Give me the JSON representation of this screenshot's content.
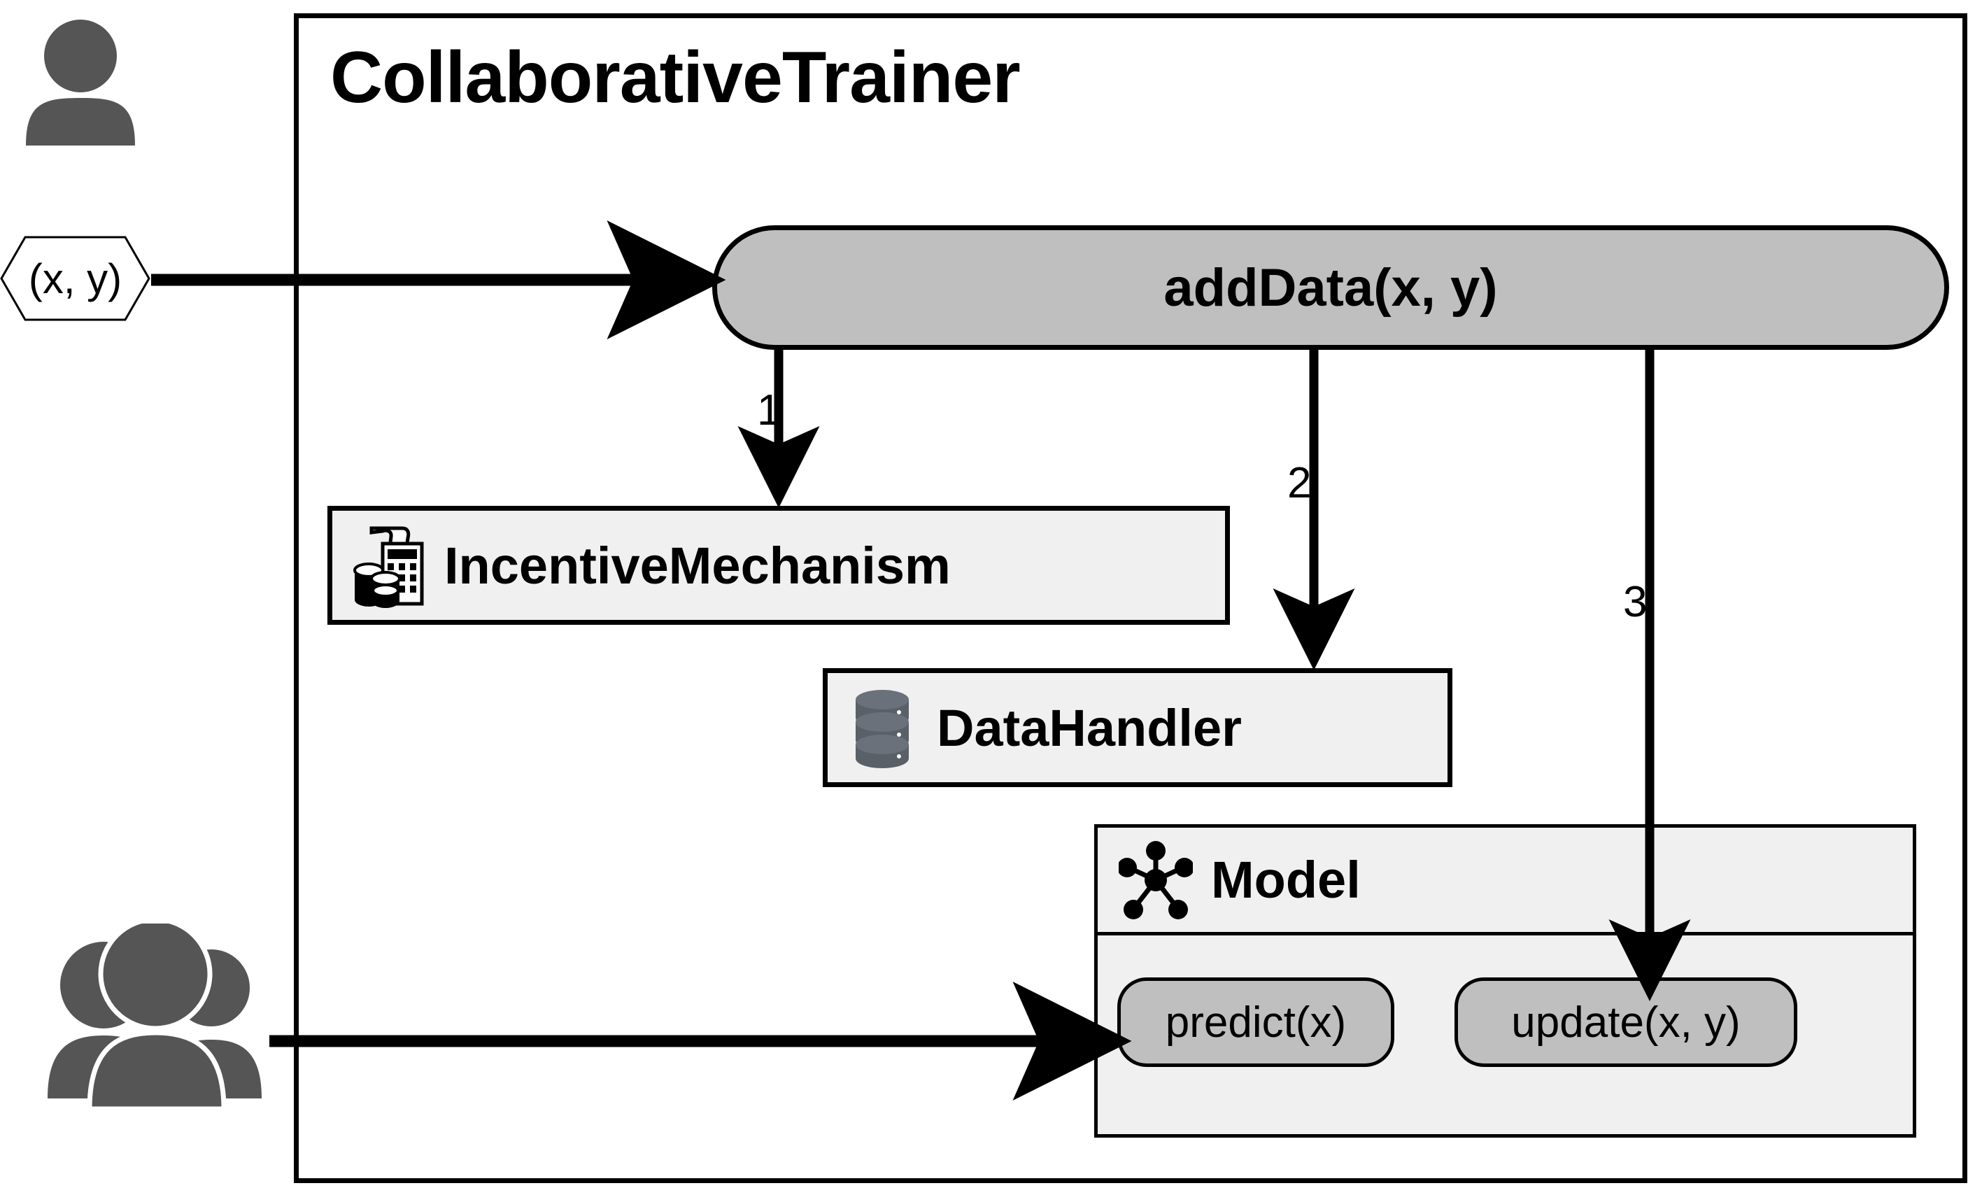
{
  "diagram": {
    "title": "CollaborativeTrainer",
    "container_name": "CollaborativeTrainer",
    "accent_gray": "#bfbfbf",
    "box_gray": "#f0f0f0",
    "icon_gray": "#555555",
    "line_color": "#000000"
  },
  "actors": [
    {
      "name": "single-user",
      "icon": "person-icon"
    },
    {
      "name": "user-group",
      "icon": "people-group-icon"
    }
  ],
  "input_token": {
    "label": "(x, y)"
  },
  "entry_method": {
    "label": "addData(x, y)"
  },
  "components": [
    {
      "label": "IncentiveMechanism",
      "icon": "calculator-receipt-coins-icon"
    },
    {
      "label": "DataHandler",
      "icon": "database-icon"
    },
    {
      "label": "Model",
      "icon": "network-graph-icon"
    }
  ],
  "model": {
    "title": "Model",
    "methods": [
      {
        "label": "predict(x)"
      },
      {
        "label": "update(x, y)"
      }
    ]
  },
  "edges": [
    {
      "number": "1",
      "from": "addData(x, y)",
      "to": "IncentiveMechanism"
    },
    {
      "number": "2",
      "from": "addData(x, y)",
      "to": "DataHandler"
    },
    {
      "number": "3",
      "from": "addData(x, y)",
      "to": "update(x, y)"
    }
  ],
  "edge_labels": {
    "one": "1",
    "two": "2",
    "three": "3"
  }
}
